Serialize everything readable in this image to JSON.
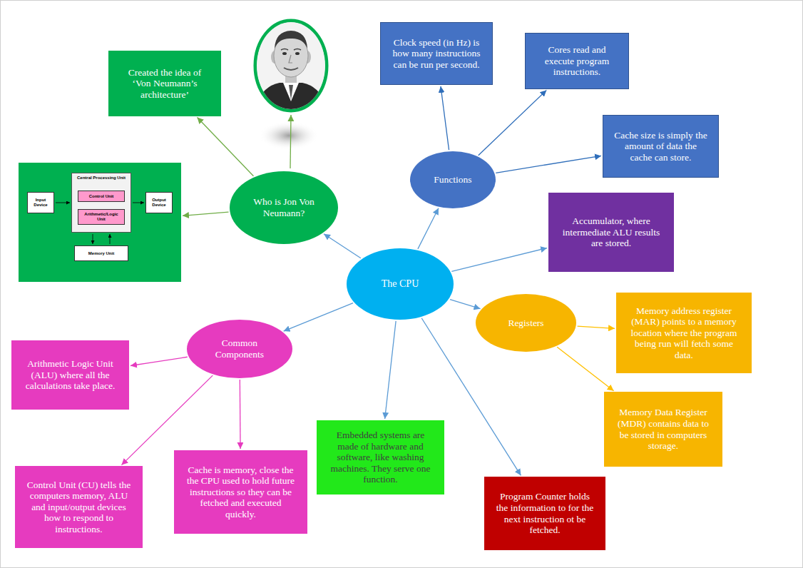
{
  "diagram": {
    "nodes": [
      {
        "text": [
          "The CPU"
        ]
      },
      {
        "text": [
          "Who is Jon Von Neumann?"
        ]
      },
      {
        "text": [
          "Created the idea of ‘Von Neumann’s architecture’"
        ]
      },
      {
        "text": []
      },
      {
        "text": [
          "Input Device"
        ],
        "in": 3
      },
      {
        "text": [
          "Central Processing Unit"
        ],
        "in": 3
      },
      {
        "text": [
          "Control Unit"
        ],
        "in": 5
      },
      {
        "text": [
          "Arithmetic/Logic Unit"
        ],
        "in": 5
      },
      {
        "text": [
          "Output Device"
        ],
        "in": 3
      },
      {
        "text": [
          "Memory Unit"
        ],
        "in": 3
      },
      {
        "text": [
          "Functions"
        ]
      },
      {
        "text": [
          "Clock speed (in Hz) is how many instructions can be run per second."
        ]
      },
      {
        "text": [
          "Cores read and execute program instructions."
        ]
      },
      {
        "text": [
          "Cache size is simply the amount of data the cache can store."
        ]
      },
      {
        "text": [
          "Accumulator, where intermediate ALU results are stored."
        ]
      },
      {
        "text": [
          "Registers"
        ]
      },
      {
        "text": [
          "Memory address register (MAR) points to a memory location where the program being run will fetch some data."
        ]
      },
      {
        "text": [
          "Memory Data Register (MDR) contains data to be stored in computers storage."
        ]
      },
      {
        "text": [
          "Program Counter holds the information to for the next instruction ot be fetched."
        ]
      },
      {
        "text": [
          "Embedded systems are made of hardware and software, like washing machines. They serve one function."
        ]
      },
      {
        "text": [
          "Common Components"
        ]
      },
      {
        "text": [
          "Arithmetic Logic Unit (ALU) where all the calculations take place."
        ]
      },
      {
        "text": [
          "Control Unit (CU) tells the computers memory, ALU and input/output devices how to respond to instructions."
        ]
      },
      {
        "text": [
          "Cache is memory, close the the CPU used to hold future instructions so they can be fetched and executed quickly."
        ]
      }
    ],
    "edges": [
      {
        "from": 0,
        "to": 1,
        "arrow": "to"
      },
      {
        "from": 1,
        "to": 2,
        "arrow": "to"
      },
      {
        "from": 1,
        "to": 3,
        "arrow": "to"
      },
      {
        "from": 4,
        "to": 5,
        "arrow": "to"
      },
      {
        "from": 5,
        "to": 8,
        "arrow": "to"
      },
      {
        "from": 5,
        "to": 9,
        "arrow": "to"
      },
      {
        "from": 9,
        "to": 5,
        "arrow": "to"
      },
      {
        "from": 0,
        "to": 10,
        "arrow": "to"
      },
      {
        "from": 10,
        "to": 11,
        "arrow": "to"
      },
      {
        "from": 10,
        "to": 12,
        "arrow": "to"
      },
      {
        "from": 10,
        "to": 13,
        "arrow": "to"
      },
      {
        "from": 0,
        "to": 14,
        "arrow": "to"
      },
      {
        "from": 0,
        "to": 15,
        "arrow": "to"
      },
      {
        "from": 15,
        "to": 16,
        "arrow": "to"
      },
      {
        "from": 15,
        "to": 17,
        "arrow": "to"
      },
      {
        "from": 0,
        "to": 18,
        "arrow": "to"
      },
      {
        "from": 0,
        "to": 19,
        "arrow": "to"
      },
      {
        "from": 0,
        "to": 20,
        "arrow": "to"
      },
      {
        "from": 20,
        "to": 21,
        "arrow": "to"
      },
      {
        "from": 20,
        "to": 22,
        "arrow": "to"
      },
      {
        "from": 20,
        "to": 23,
        "arrow": "to"
      }
    ]
  }
}
